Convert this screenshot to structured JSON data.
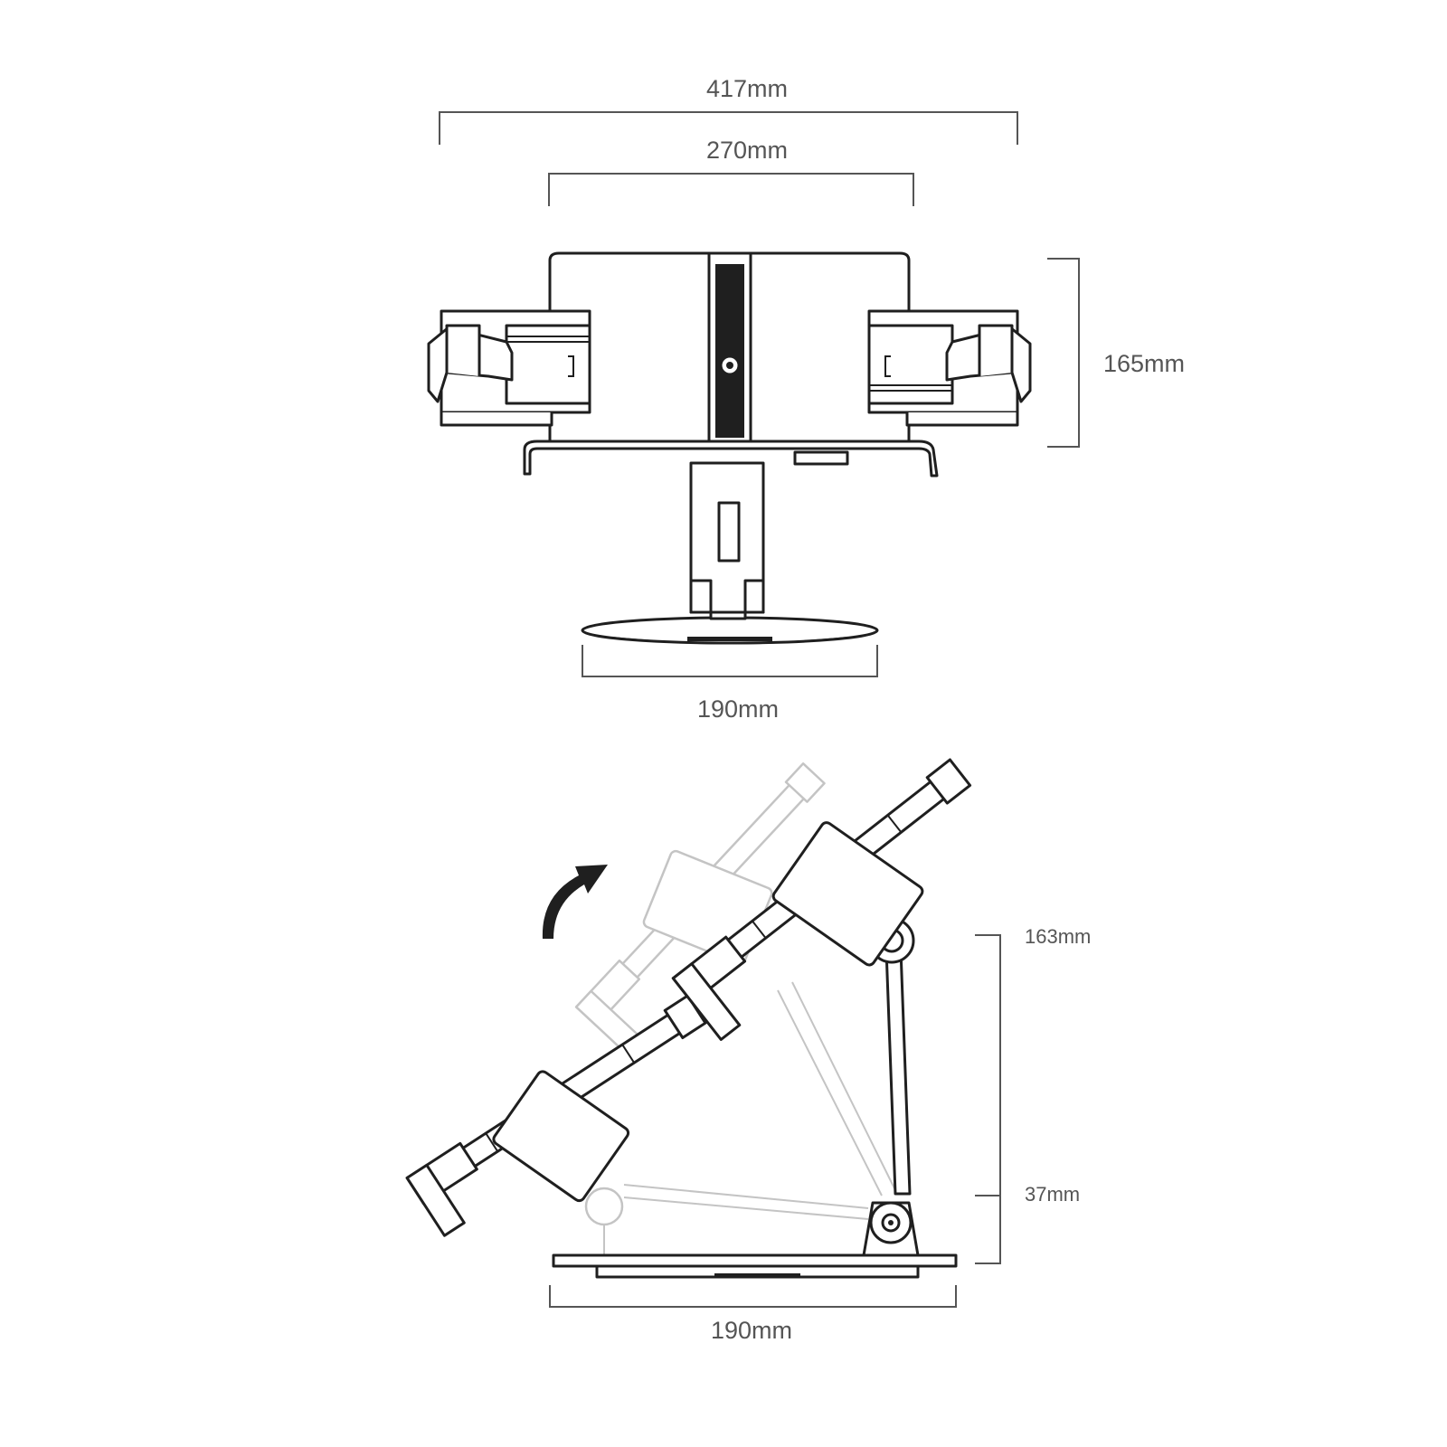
{
  "front_view": {
    "overall_width_label": "417mm",
    "holder_width_label": "270mm",
    "height_label": "165mm",
    "base_width_label": "190mm"
  },
  "side_view": {
    "upper_height_label": "163mm",
    "lower_height_label": "37mm",
    "base_depth_label": "190mm"
  },
  "colors": {
    "line": "#1f1f1f",
    "dimension": "#555555",
    "ghost": "#c4c4c4"
  }
}
